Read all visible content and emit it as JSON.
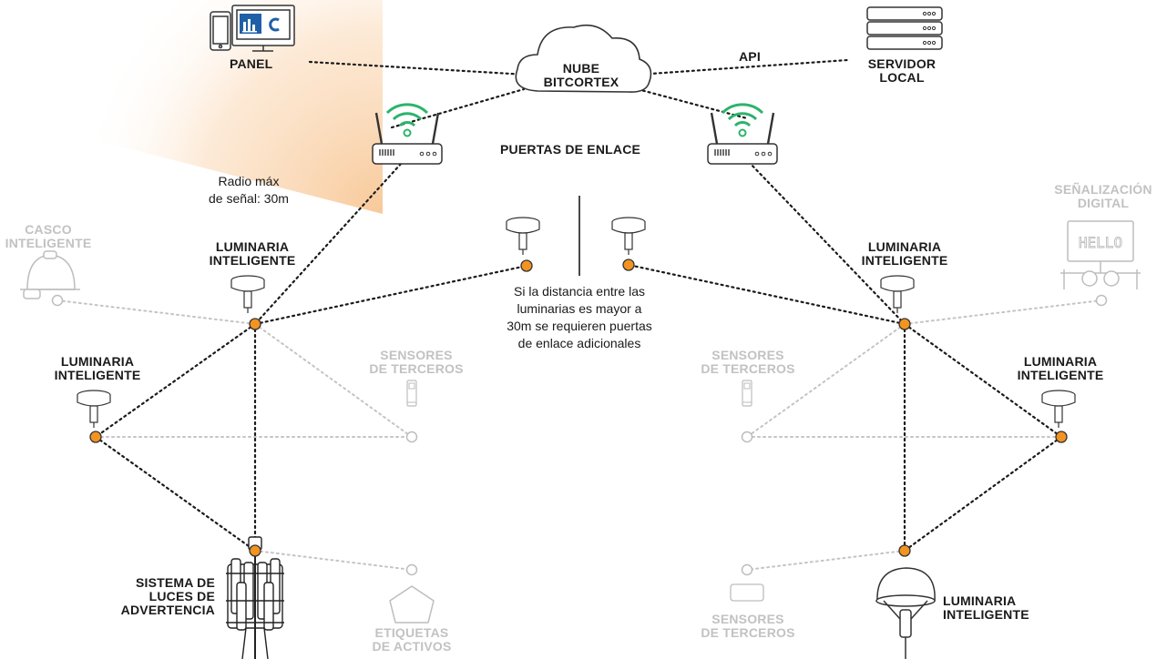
{
  "labels": {
    "panel": "PANEL",
    "cloud": "NUBE\nBITCORTEX",
    "api": "API",
    "local_server": "SERVIDOR\nLOCAL",
    "gateways": "PUERTAS DE ENLACE",
    "signal_radius": "Radio máx\nde señal: 30m",
    "helmet": "CASCO\nINTELIGENTE",
    "digital_signage": "SEÑALIZACIÓN\nDIGITAL",
    "luminaire_left_top": "LUMINARIA\nINTELIGENTE",
    "luminaire_left_mid": "LUMINARIA\nINTELIGENTE",
    "luminaire_right_top": "LUMINARIA\nINTELIGENTE",
    "luminaire_right_mid": "LUMINARIA\nINTELIGENTE",
    "luminaire_right_bottom": "LUMINARIA\nINTELIGENTE",
    "sensors_left": "SENSORES\nDE TERCEROS",
    "sensors_right_mid": "SENSORES\nDE TERCEROS",
    "sensors_right_bottom": "SENSORES\nDE TERCEROS",
    "distance_note": "Si la distancia entre las\nluminarias es mayor a\n30m se requieren puertas\nde enlace adicionales",
    "warning_lights": "SISTEMA DE\nLUCES DE\nADVERTENCIA",
    "asset_tags": "ETIQUETAS\nDE ACTIVOS",
    "signage_screen_text": "HELLO"
  },
  "colors": {
    "node": "#f39321",
    "link": "#1a1a1a",
    "link_secondary": "#c4c4c4",
    "wifi": "#2db36c",
    "signal_area": "#f7c38e",
    "text": "#1a1a1a",
    "muted_text": "#c2c2c2"
  },
  "icons": [
    "desktop-phone-icon",
    "server-icon",
    "cloud-icon",
    "router-icon",
    "luminaire-icon",
    "helmet-icon",
    "signage-icon",
    "sensor-icon",
    "tag-icon",
    "warning-lights-icon"
  ]
}
